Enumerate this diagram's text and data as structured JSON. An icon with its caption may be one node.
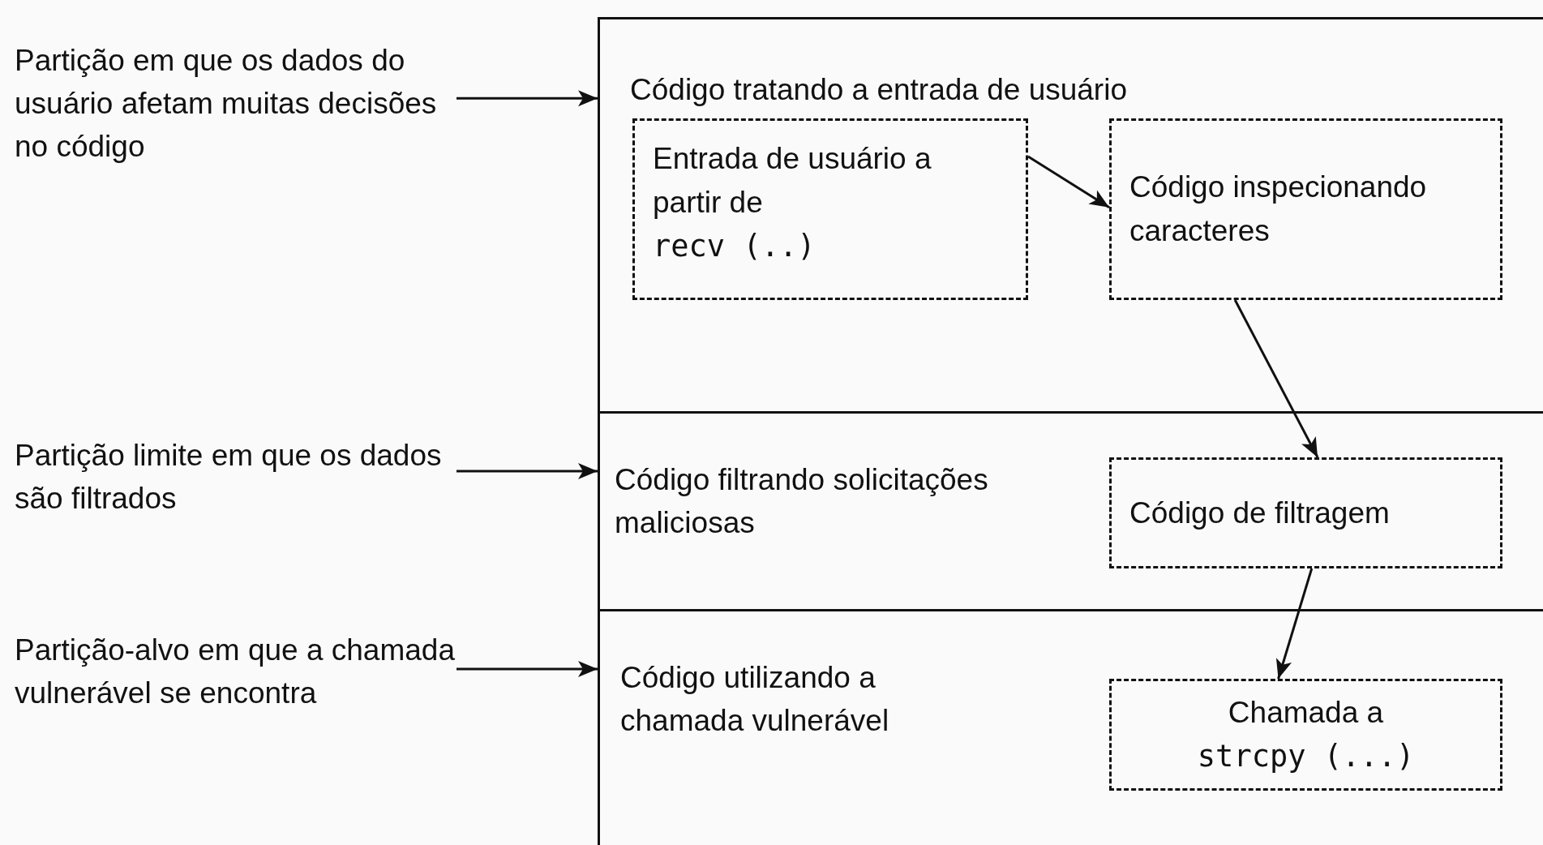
{
  "diagram": {
    "nodes": [
      {
        "text": [
          "Partição em que os dados do usuário afetam muitas decisões no código"
        ]
      },
      {
        "text": [
          "Partição limite em que os dados são filtrados"
        ]
      },
      {
        "text": [
          "Partição-alvo em que a chamada vulnerável se encontra"
        ]
      },
      {
        "text": [
          "Código tratando a entrada de usuário"
        ]
      },
      {
        "text": [
          "Entrada de usuário a partir de",
          "recv (..)"
        ],
        "in": 3
      },
      {
        "text": [
          "Código inspecionando caracteres"
        ],
        "in": 3
      },
      {
        "text": [
          "Código filtrando solicitações maliciosas"
        ]
      },
      {
        "text": [
          "Código de filtragem"
        ],
        "in": 6
      },
      {
        "text": [
          "Código utilizando a chamada vulnerável"
        ]
      },
      {
        "text": [
          "Chamada a",
          "strcpy (...)"
        ],
        "in": 8
      }
    ],
    "edges": [
      {
        "from": 0,
        "to": 3,
        "arrow": "to"
      },
      {
        "from": 1,
        "to": 6,
        "arrow": "to"
      },
      {
        "from": 2,
        "to": 8,
        "arrow": "to"
      },
      {
        "from": 4,
        "to": 5,
        "arrow": "to"
      },
      {
        "from": 5,
        "to": 7,
        "arrow": "to"
      },
      {
        "from": 7,
        "to": 9,
        "arrow": "to"
      }
    ]
  }
}
